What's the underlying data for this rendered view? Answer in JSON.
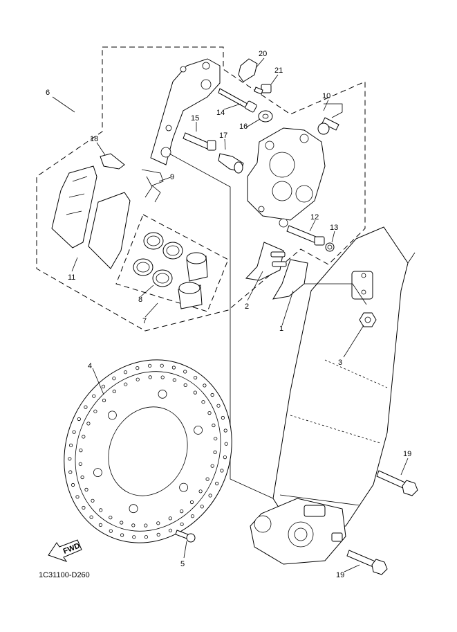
{
  "diagram_code": "1C31100-D260",
  "fwd_arrow_text": "FWD",
  "callouts": {
    "c1": "1",
    "c2": "2",
    "c3": "3",
    "c4": "4",
    "c5": "5",
    "c6": "6",
    "c7": "7",
    "c8": "8",
    "c9": "9",
    "c10": "10",
    "c11": "11",
    "c12": "12",
    "c13": "13",
    "c14": "14",
    "c15": "15",
    "c16": "16",
    "c17": "17",
    "c18": "18",
    "c19a": "19",
    "c19b": "19",
    "c20": "20",
    "c21": "21"
  }
}
